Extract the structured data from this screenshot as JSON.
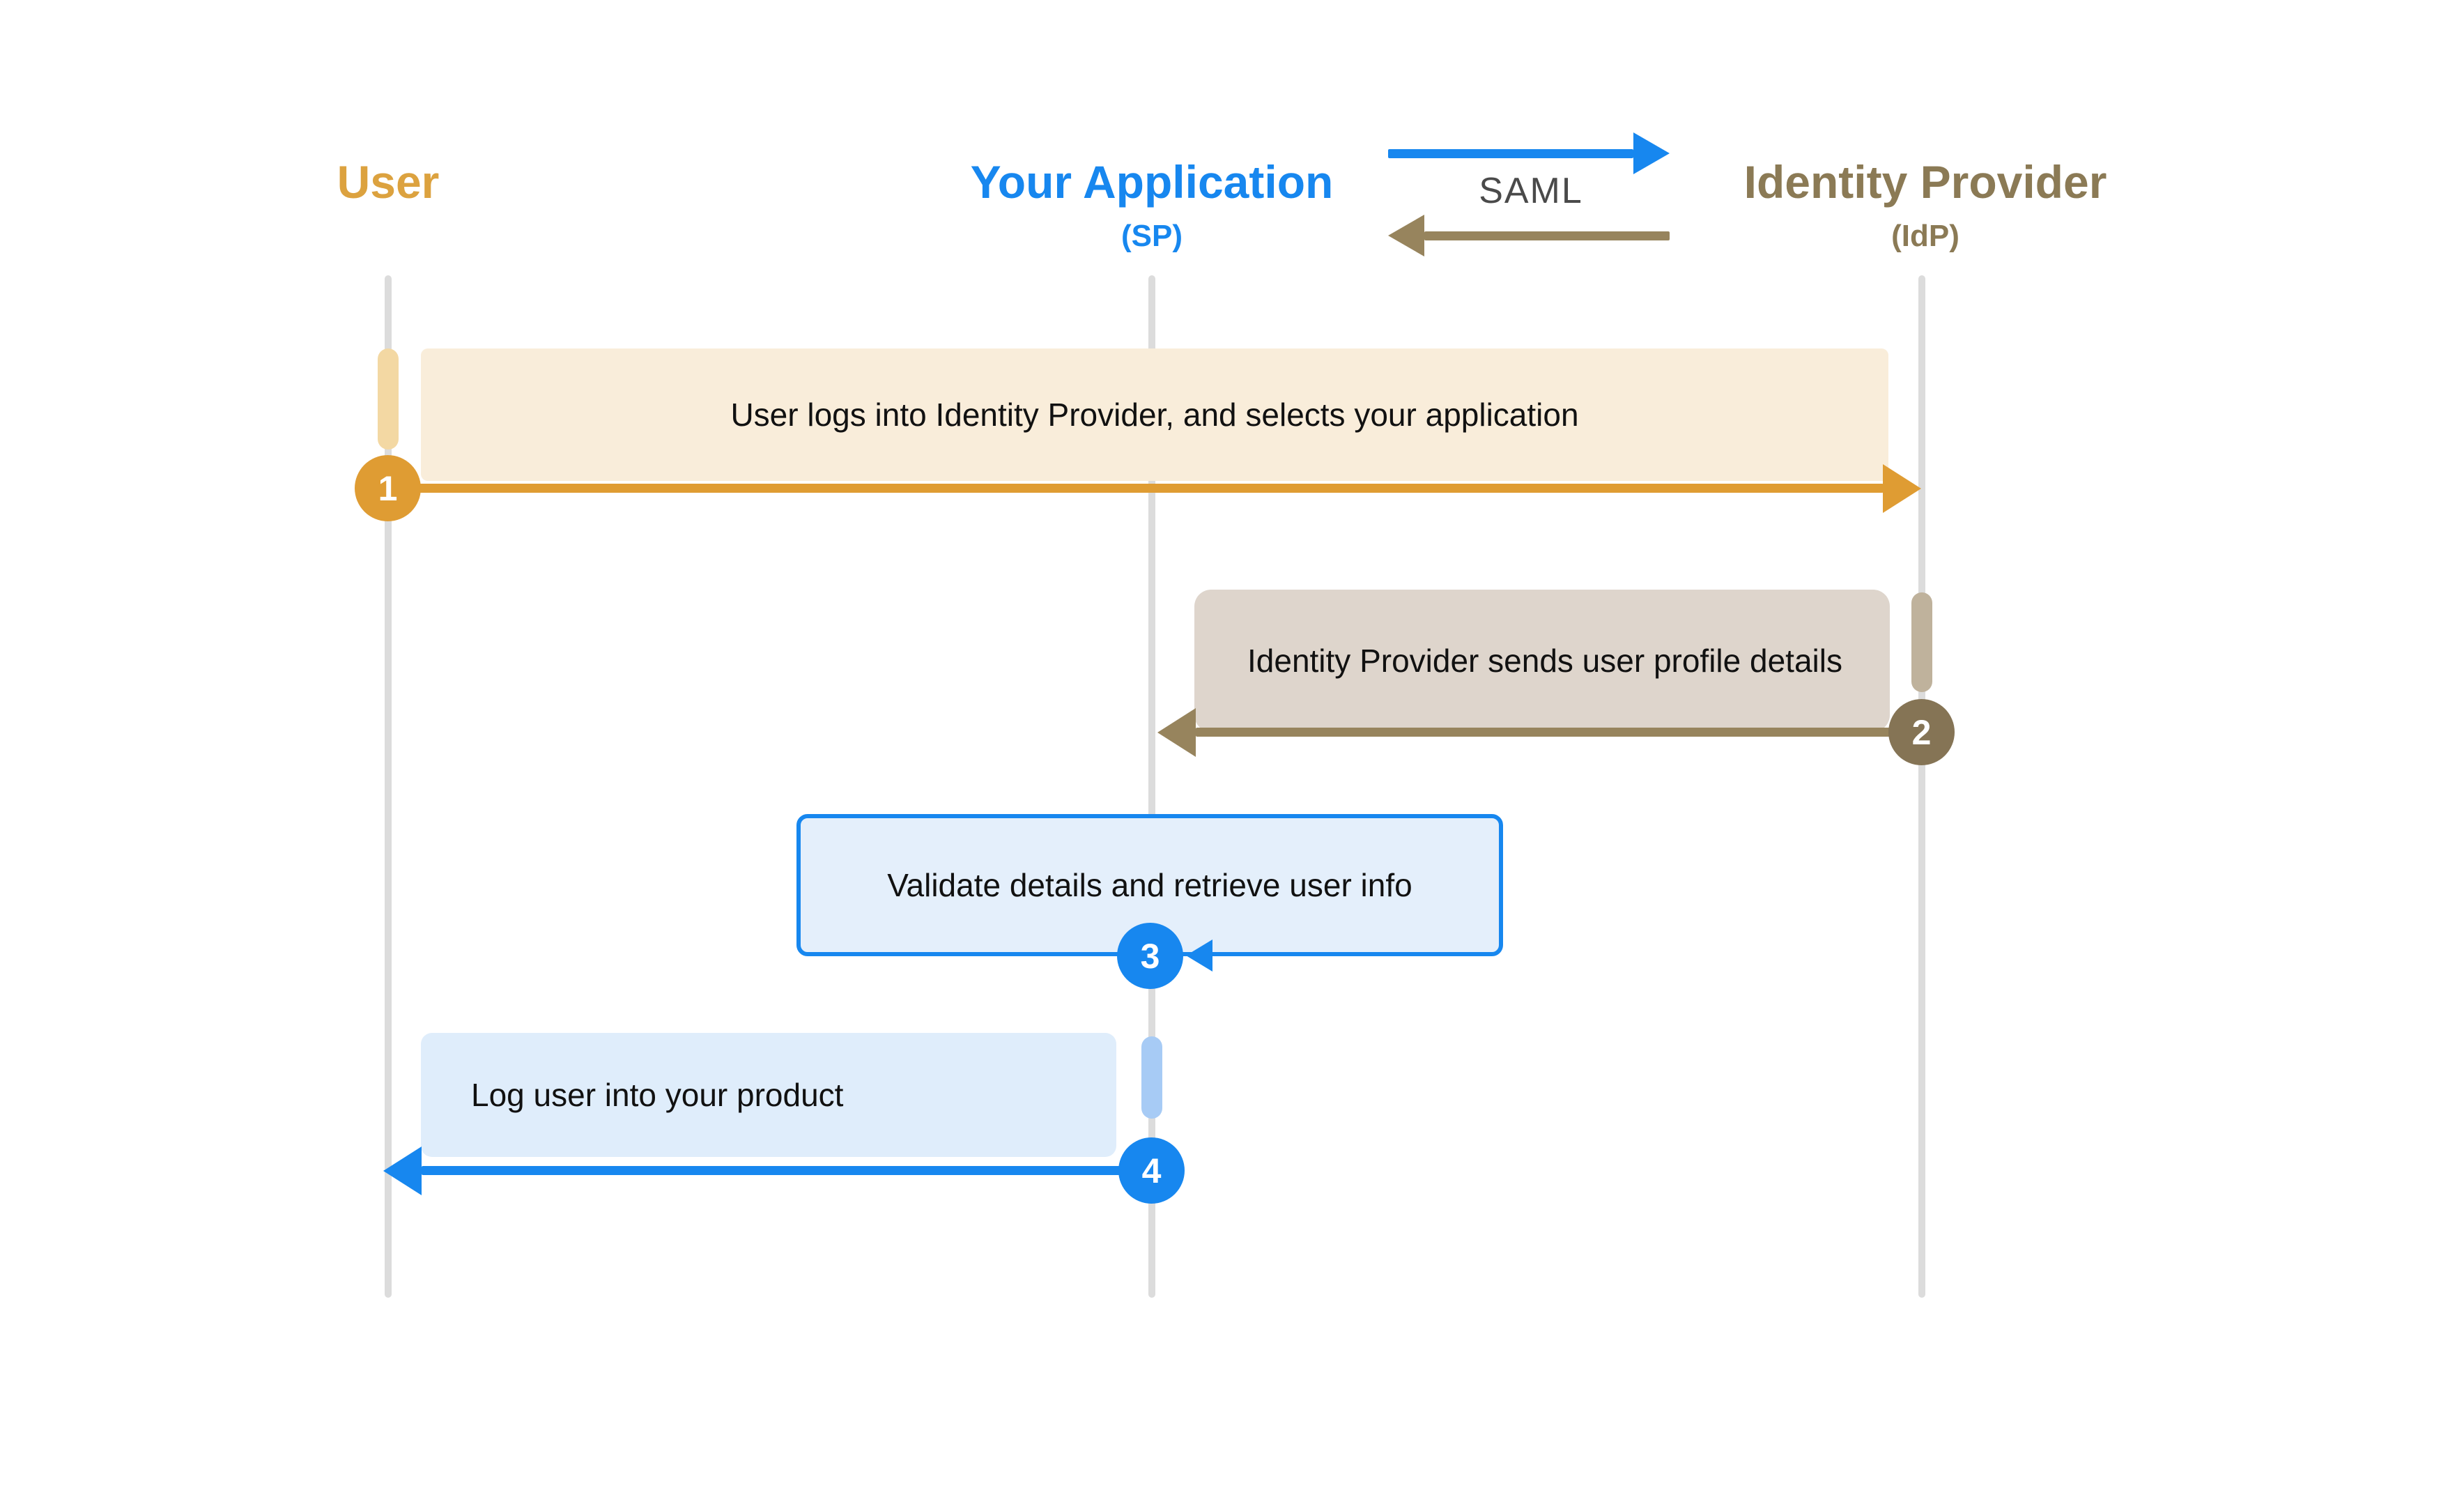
{
  "palette": {
    "ink": "#111111",
    "lifeline": "#dcdcdc",
    "saml-text": "#4a4a4a",
    "gold": "#df9c33",
    "gold-title": "#dca23f",
    "gold-pill": "#f3d8a3",
    "gold-box": "#f9edda",
    "brown-title": "#8b7a55",
    "brown-badge": "#857455",
    "brown-arrow": "#97845d",
    "brown-pill": "#bfb29c",
    "brown-box": "#ded5cc",
    "blue": "#1787ef",
    "blue-pill": "#a7cbf5",
    "blue-box": "#dfedfb",
    "blue-box2": "#e4effb"
  },
  "actors": {
    "user": {
      "label": "User"
    },
    "app": {
      "label": "Your Application",
      "sublabel": "(SP)"
    },
    "idp": {
      "label": "Identity Provider",
      "sublabel": "(IdP)"
    }
  },
  "legend": {
    "label": "SAML"
  },
  "steps": {
    "s1": {
      "num": "1",
      "from": "User",
      "to": "Identity Provider",
      "text": "User logs into Identity Provider, and selects your application"
    },
    "s2": {
      "num": "2",
      "from": "Identity Provider",
      "to": "Your Application",
      "text": "Identity Provider sends user profile details"
    },
    "s3": {
      "num": "3",
      "from": "Your Application",
      "to": "Your Application",
      "text": "Validate details and retrieve user info"
    },
    "s4": {
      "num": "4",
      "from": "Your Application",
      "to": "User",
      "text": "Log user into your product"
    }
  }
}
